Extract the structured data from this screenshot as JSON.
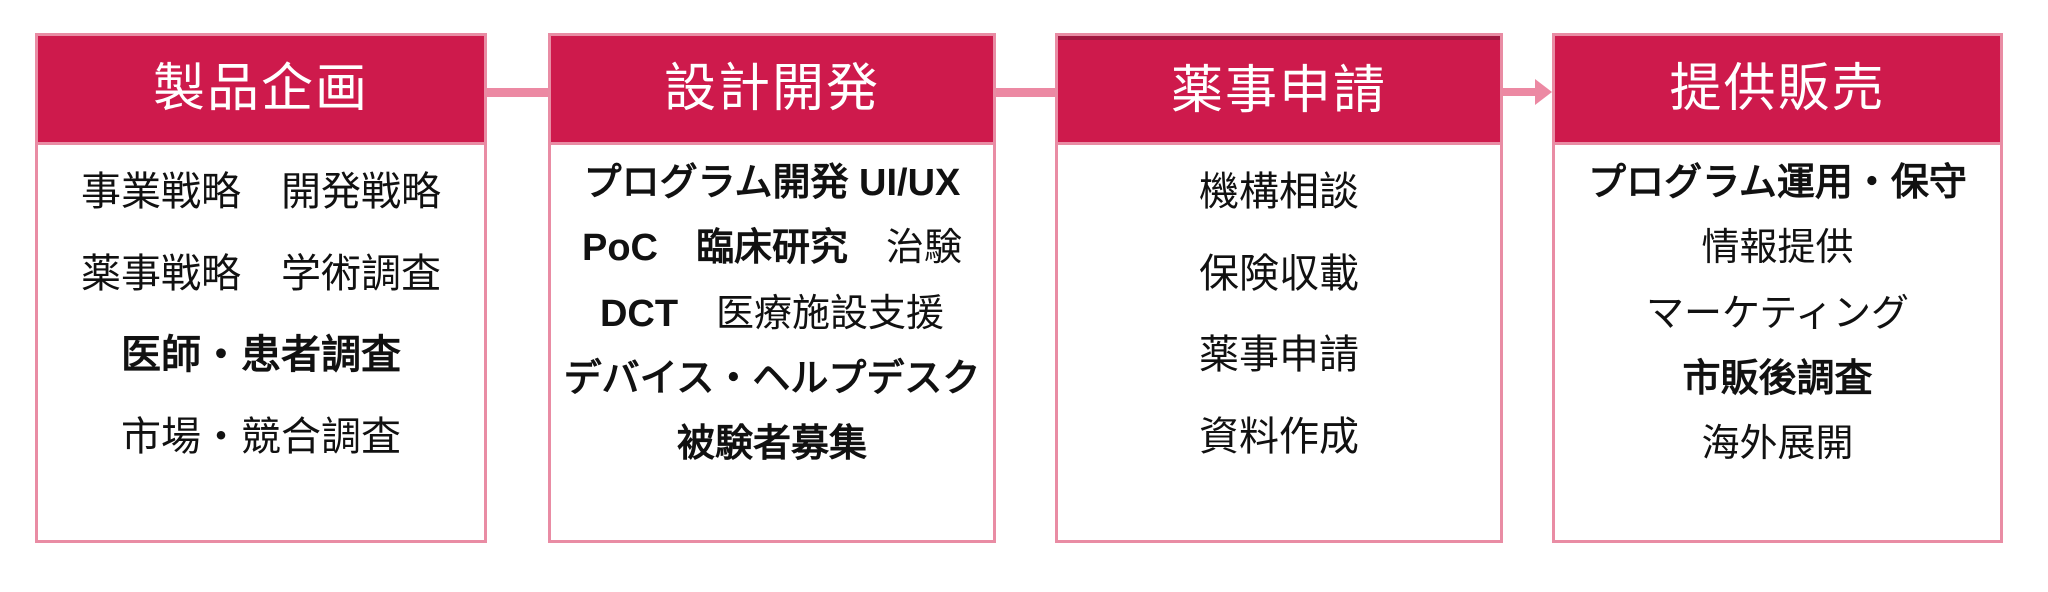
{
  "diagram_title": "product-lifecycle-process-flow",
  "colors": {
    "header_bg": "#CE1A4C",
    "header_text": "#FFFFFF",
    "box_border": "#E98CA4",
    "connector": "#EC89A3",
    "box3_top_accent": "#A21740",
    "body_bg": "#FFFFFF",
    "body_text": "#111111"
  },
  "boxes": [
    {
      "title": "製品企画",
      "items": [
        {
          "segments": [
            {
              "text": "事業戦略　開発戦略",
              "bold": false
            }
          ]
        },
        {
          "segments": [
            {
              "text": "薬事戦略　学術調査",
              "bold": false
            }
          ]
        },
        {
          "segments": [
            {
              "text": "医師・患者調査",
              "bold": true
            }
          ]
        },
        {
          "segments": [
            {
              "text": "市場・競合調査",
              "bold": false
            }
          ]
        }
      ]
    },
    {
      "title": "設計開発",
      "items": [
        {
          "segments": [
            {
              "text": "プログラム開発 UI/UX",
              "bold": true
            }
          ]
        },
        {
          "segments": [
            {
              "text": "PoC　",
              "bold": true
            },
            {
              "text": "臨床研究",
              "bold": true
            },
            {
              "text": "　治験",
              "bold": false
            }
          ]
        },
        {
          "segments": [
            {
              "text": "DCT",
              "bold": true
            },
            {
              "text": "　医療施設支援",
              "bold": false
            }
          ]
        },
        {
          "segments": [
            {
              "text": "デバイス・ヘルプデスク",
              "bold": true
            }
          ]
        },
        {
          "segments": [
            {
              "text": "被験者募集",
              "bold": true
            }
          ]
        }
      ]
    },
    {
      "title": "薬事申請",
      "items": [
        {
          "segments": [
            {
              "text": "機構相談",
              "bold": false
            }
          ]
        },
        {
          "segments": [
            {
              "text": "保険収載",
              "bold": false
            }
          ]
        },
        {
          "segments": [
            {
              "text": "薬事申請",
              "bold": false
            }
          ]
        },
        {
          "segments": [
            {
              "text": "資料作成",
              "bold": false
            }
          ]
        }
      ]
    },
    {
      "title": "提供販売",
      "items": [
        {
          "segments": [
            {
              "text": "プログラム運用・保守",
              "bold": true
            }
          ]
        },
        {
          "segments": [
            {
              "text": "情報提供",
              "bold": false
            }
          ]
        },
        {
          "segments": [
            {
              "text": "マーケティング",
              "bold": false
            }
          ]
        },
        {
          "segments": [
            {
              "text": "市販後調査",
              "bold": true
            }
          ]
        },
        {
          "segments": [
            {
              "text": "海外展開",
              "bold": false
            }
          ]
        }
      ]
    }
  ],
  "connectors": [
    {
      "from": "製品企画",
      "to": "設計開発",
      "type": "line"
    },
    {
      "from": "設計開発",
      "to": "薬事申請",
      "type": "line"
    },
    {
      "from": "薬事申請",
      "to": "提供販売",
      "type": "arrow"
    }
  ]
}
